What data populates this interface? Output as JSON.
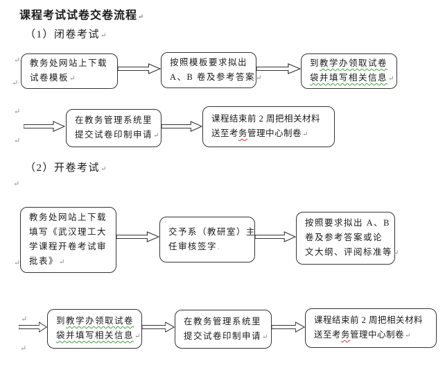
{
  "page": {
    "title": "课程考试试卷交卷流程"
  },
  "marks": {
    "pilcrow": "↵",
    "trail_dot": "."
  },
  "sections": {
    "closed": {
      "heading": "（1）闭卷考试"
    },
    "open": {
      "heading": "（2）开卷考试"
    }
  },
  "flow": {
    "r1b1": {
      "l1": "教务处网站上下载",
      "l2": "试卷模板"
    },
    "r1b2": {
      "l1": "按照模板要求拟出",
      "l2": "A、B 卷及参考答案"
    },
    "r1b3": {
      "l1a": "到",
      "l1b": "教学办领取试卷",
      "l2": "袋并填写相关信息"
    },
    "r2b1": {
      "l1": "在教务管理系统里",
      "l2": "提交试卷印制申请"
    },
    "r2b2": {
      "l1": "课程结束前 2 周把相关材料",
      "l2a": "送至考",
      "l2b": "务",
      "l2c": "管理中心制卷"
    },
    "r3b1": {
      "l1": "教务处网站上下载",
      "l2": "填写《武汉理工大",
      "l3": "学课程开卷考试审",
      "l4": "批表》"
    },
    "r3b2": {
      "l1": "交予系（教研室）主",
      "l2": "任审核签字"
    },
    "r3b3": {
      "l1": "按照要求拟出 A、B",
      "l2": "卷及参考答案或论",
      "l3": "文大纲、评阅标准等"
    },
    "r4b1": {
      "l1a": "到",
      "l1b": "教学办领取试卷",
      "l2": "袋并填写相关信息"
    },
    "r4b2": {
      "l1": "在教务管理系统里",
      "l2": "提交试卷印制申请"
    },
    "r4b3": {
      "l1": "课程结束前 2 周把相关材料",
      "l2a": "送至考",
      "l2b": "务",
      "l2c": "管理中心制卷"
    }
  },
  "colors": {
    "text": "#1a1a1a",
    "box_border": "#333333",
    "spellcheck_green": "#3f9e3f",
    "spellcheck_red": "#cc3333"
  }
}
